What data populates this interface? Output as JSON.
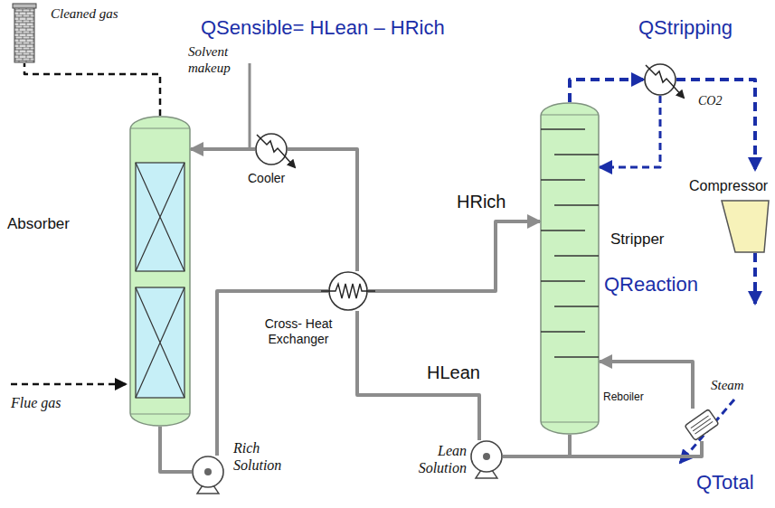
{
  "diagram": {
    "nodes": [
      {
        "text": [
          "Cleaned gas"
        ]
      },
      {
        "text": [
          "Absorber"
        ]
      },
      {
        "text": [
          "Cooler"
        ]
      },
      {
        "text": [
          "Cross- Heat Exchanger"
        ]
      },
      {
        "text": [
          "Rich Solution"
        ]
      },
      {
        "text": [
          "Stripper"
        ]
      },
      {
        "text": [
          "QStripping"
        ]
      },
      {
        "text": [
          "Compressor"
        ]
      },
      {
        "text": [
          "Reboiler"
        ]
      },
      {
        "text": [
          "Lean Solution"
        ]
      }
    ],
    "edges": [
      {
        "from": 1,
        "to": 0,
        "arrow": "none"
      },
      {
        "from": 2,
        "to": 1,
        "arrow": "to"
      },
      {
        "from": 3,
        "to": 2,
        "arrow": "none"
      },
      {
        "from": 1,
        "to": 4,
        "arrow": "none"
      },
      {
        "from": 4,
        "to": 3,
        "arrow": "none"
      },
      {
        "from": 3,
        "to": 5,
        "label": "HRich",
        "arrow": "to"
      },
      {
        "from": 9,
        "to": 3,
        "label": "HLean",
        "arrow": "none"
      },
      {
        "from": 5,
        "to": 9,
        "arrow": "none"
      },
      {
        "from": 5,
        "to": 8,
        "arrow": "none"
      },
      {
        "from": 8,
        "to": 5,
        "arrow": "to"
      },
      {
        "from": 5,
        "to": 6,
        "arrow": "to"
      },
      {
        "from": 6,
        "to": 7,
        "arrow": "to"
      },
      {
        "from": 6,
        "to": 5,
        "arrow": "to"
      }
    ],
    "labels": [
      "QSensible= HLean – HRich",
      "Solvent makeup",
      "Flue gas",
      "CO2",
      "QReaction",
      "Steam",
      "QTotal"
    ]
  }
}
